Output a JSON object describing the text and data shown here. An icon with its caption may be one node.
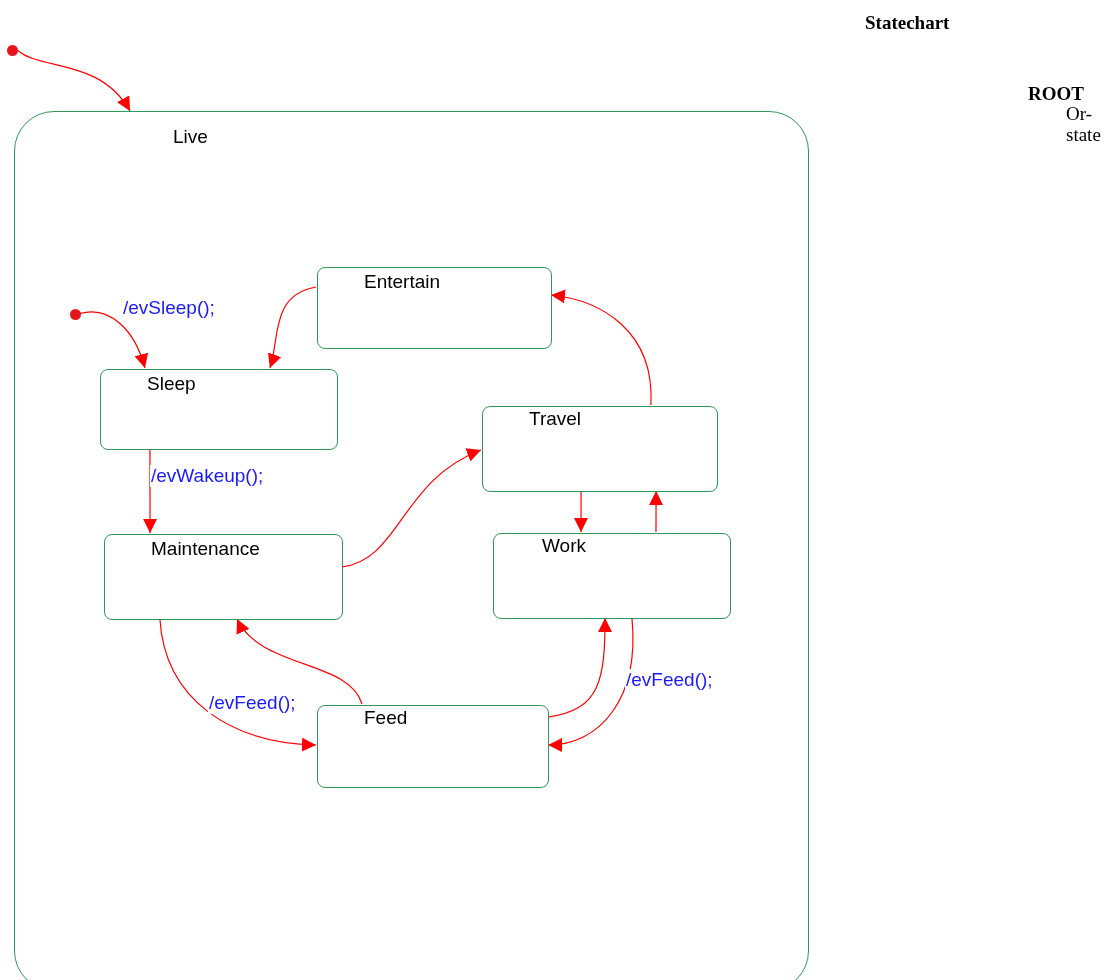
{
  "diagram": {
    "title": "Statechart",
    "nodes": [
      {
        "text": [],
        "shape": "circle"
      },
      {
        "text": [
          "Live"
        ]
      },
      {
        "text": [],
        "shape": "circle",
        "in": 1
      },
      {
        "text": [
          "Entertain"
        ],
        "in": 1
      },
      {
        "text": [
          "Sleep"
        ],
        "in": 1
      },
      {
        "text": [
          "Travel"
        ],
        "in": 1
      },
      {
        "text": [
          "Maintenance"
        ],
        "in": 1
      },
      {
        "text": [
          "Work"
        ],
        "in": 1
      },
      {
        "text": [
          "Feed"
        ],
        "in": 1
      }
    ],
    "edges": [
      {
        "from": 0,
        "to": 1,
        "arrow": "to"
      },
      {
        "from": 2,
        "to": 4,
        "arrow": "to",
        "label": "/evSleep();"
      },
      {
        "from": 3,
        "to": 4,
        "arrow": "to"
      },
      {
        "from": 4,
        "to": 6,
        "arrow": "to",
        "label": "/evWakeup();"
      },
      {
        "from": 6,
        "to": 5,
        "arrow": "to"
      },
      {
        "from": 5,
        "to": 3,
        "arrow": "to"
      },
      {
        "from": 5,
        "to": 7,
        "arrow": "to"
      },
      {
        "from": 7,
        "to": 5,
        "arrow": "to"
      },
      {
        "from": 6,
        "to": 8,
        "arrow": "to",
        "label": "/evFeed();"
      },
      {
        "from": 8,
        "to": 6,
        "arrow": "to"
      },
      {
        "from": 8,
        "to": 7,
        "arrow": "to"
      },
      {
        "from": 7,
        "to": 8,
        "arrow": "to",
        "label": "/evFeed();"
      }
    ],
    "labels": [
      "ROOT",
      "Or-state"
    ]
  }
}
